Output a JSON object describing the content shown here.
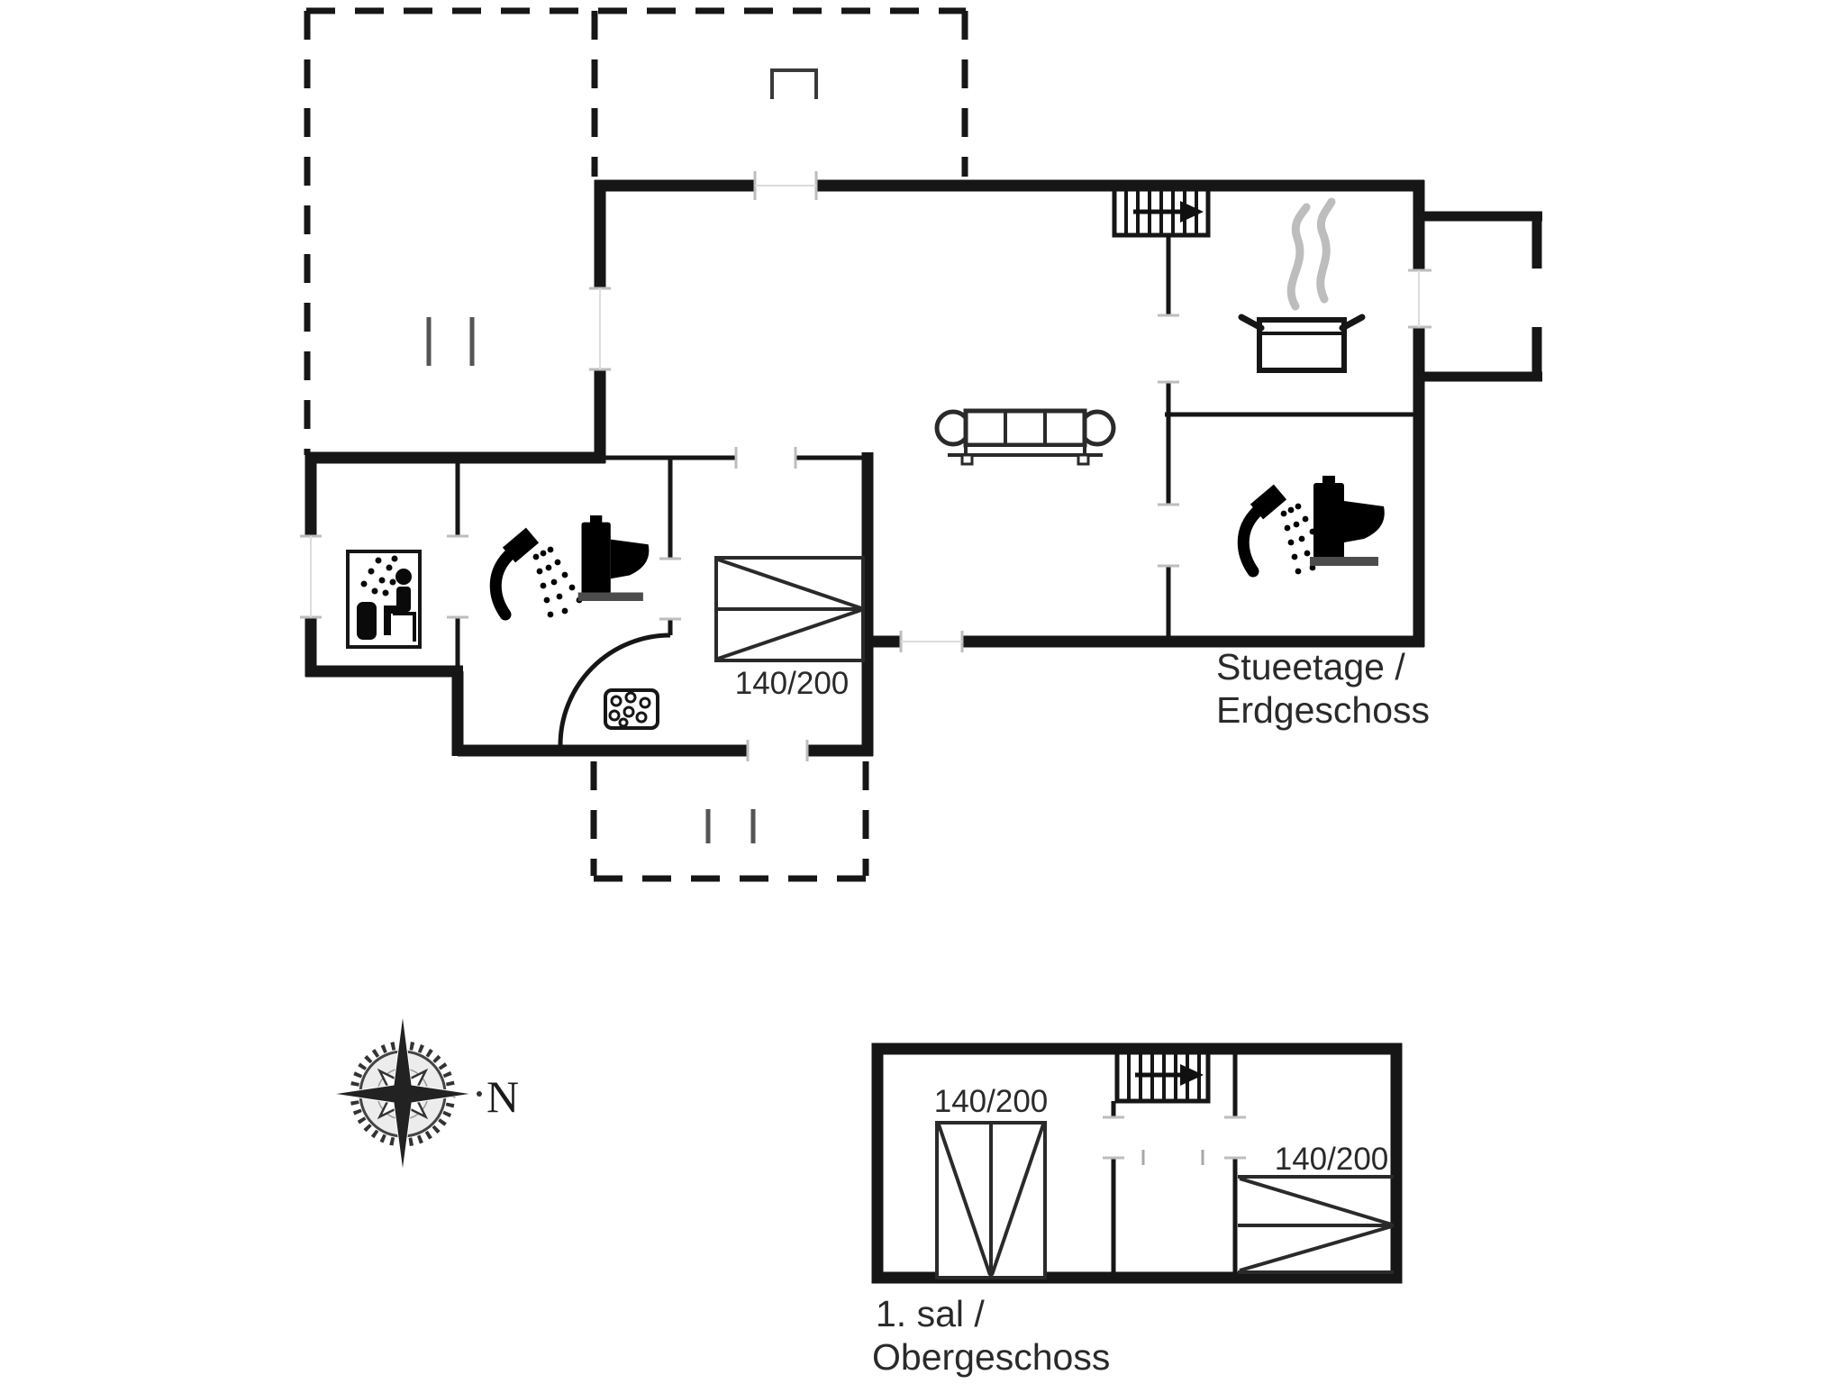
{
  "colors": {
    "background": "#ffffff",
    "wall": "#161616",
    "dashed_outline": "#161616",
    "window_tick": "#bdbdbd",
    "steam": "#bdbdbd",
    "text": "#2a2a2a"
  },
  "ground_floor": {
    "name_label": {
      "line1": "Stueetage /",
      "line2": "Erdgeschoss"
    },
    "double_bed": {
      "label": "140/200"
    },
    "icons": [
      "stairs-icon",
      "stairs-direction-arrow-icon",
      "cooking-pot-icon",
      "steam-icon",
      "sofa-icon",
      "shower-icon",
      "toilet-icon",
      "sauna-icon",
      "floor-drain-icon",
      "door-swing-arc",
      "double-bed-icon",
      "chimney-icon",
      "terrace-dashed-outline"
    ]
  },
  "upper_floor": {
    "name_label": {
      "line1": "1. sal /",
      "line2": "Obergeschoss"
    },
    "beds": {
      "left_label": "140/200",
      "right_label": "140/200"
    },
    "icons": [
      "stairs-icon",
      "stairs-direction-arrow-icon",
      "double-bed-icon",
      "double-bed-icon"
    ]
  },
  "compass": {
    "north_label": "N"
  }
}
